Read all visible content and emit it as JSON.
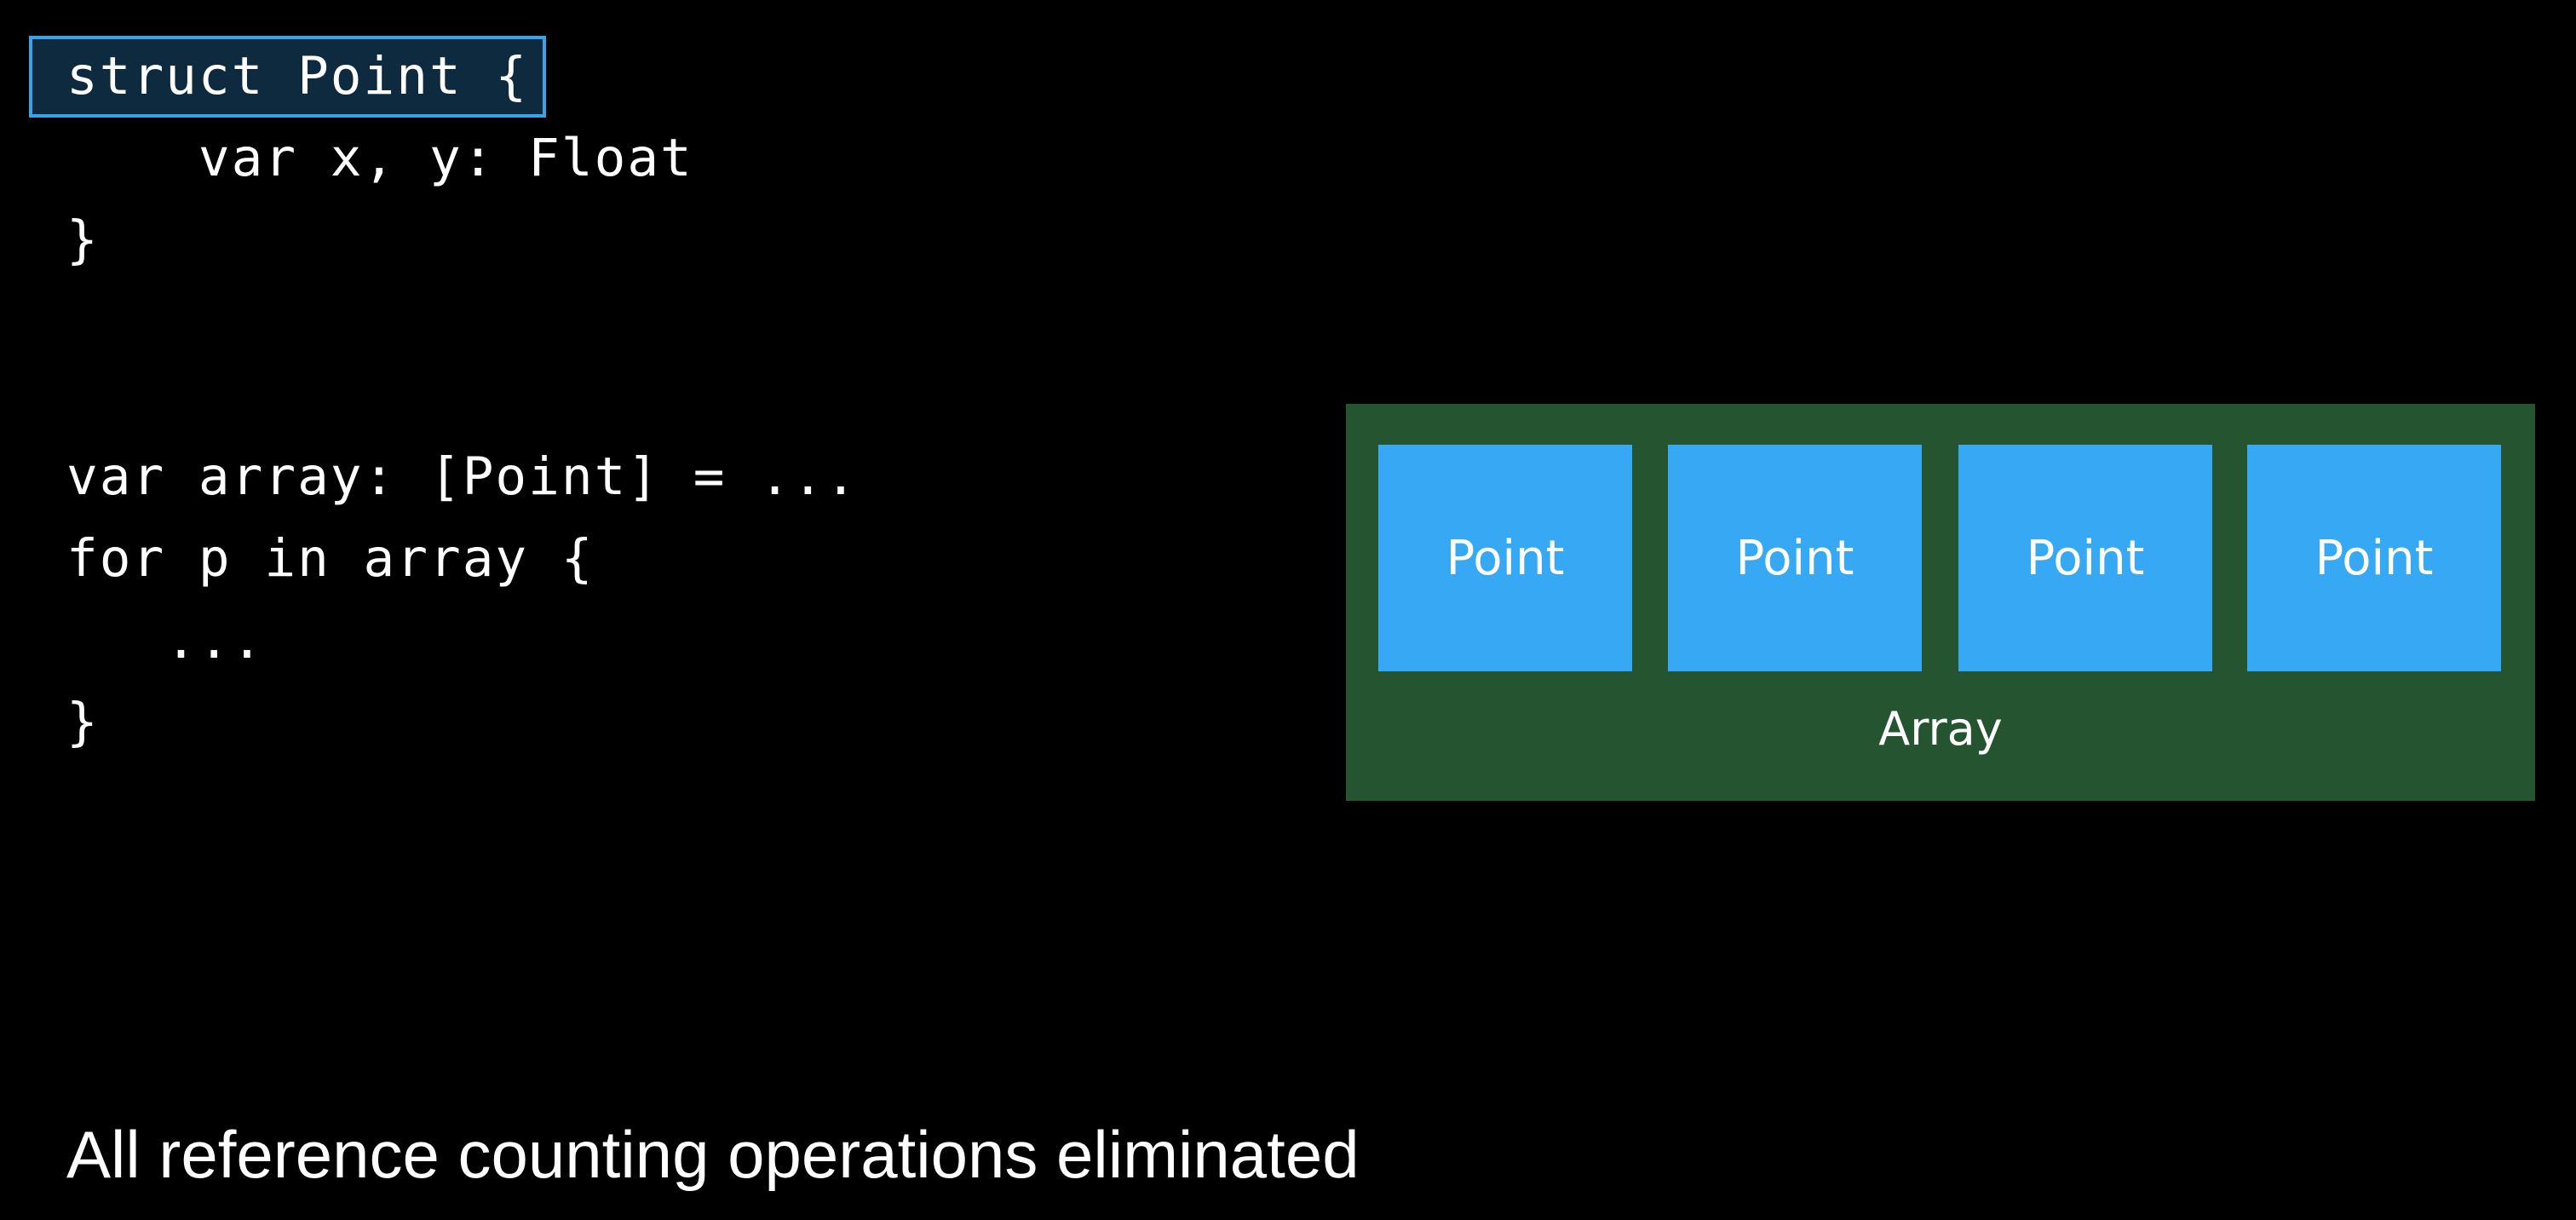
{
  "code": {
    "struct_lines": [
      "struct Point {",
      "    var x, y: Float",
      "}"
    ],
    "loop_lines": [
      "var array: [Point] = ...",
      "for p in array {",
      "   ...",
      "}"
    ]
  },
  "diagram": {
    "elements": [
      "Point",
      "Point",
      "Point",
      "Point"
    ],
    "container_label": "Array",
    "colors": {
      "container": "#245430",
      "element": "#37a8f3",
      "highlight_border": "#3aa3e8"
    }
  },
  "caption": "All reference counting operations eliminated"
}
